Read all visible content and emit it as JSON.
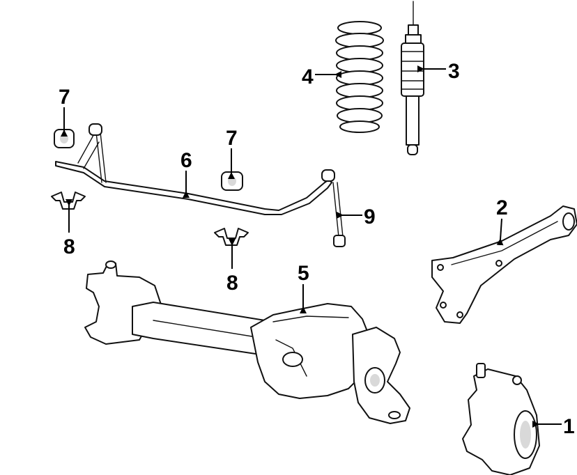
{
  "callouts": [
    {
      "id": "callout-1",
      "label": "1"
    },
    {
      "id": "callout-2",
      "label": "2"
    },
    {
      "id": "callout-3",
      "label": "3"
    },
    {
      "id": "callout-4",
      "label": "4"
    },
    {
      "id": "callout-5",
      "label": "5"
    },
    {
      "id": "callout-6",
      "label": "6"
    },
    {
      "id": "callout-7a",
      "label": "7"
    },
    {
      "id": "callout-7b",
      "label": "7"
    },
    {
      "id": "callout-8a",
      "label": "8"
    },
    {
      "id": "callout-8b",
      "label": "8"
    },
    {
      "id": "callout-9",
      "label": "9"
    }
  ]
}
